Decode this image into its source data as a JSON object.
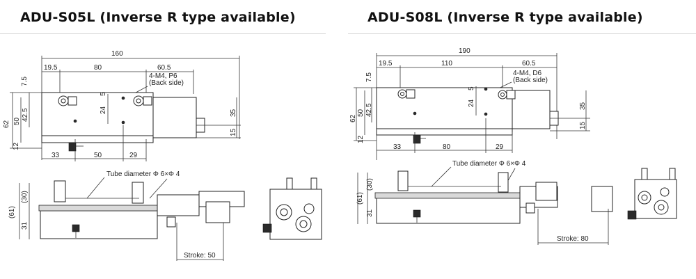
{
  "titles": {
    "left": "ADU-S05L (Inverse R type available)",
    "right": "ADU-S08L (Inverse R type available)"
  },
  "left": {
    "top_dims": {
      "overall": "160",
      "a": "19.5",
      "b": "80",
      "c": "60.5"
    },
    "note_line1": "4-M4, P6",
    "note_line2": "(Back side)",
    "left_dims": {
      "d75": "7.5",
      "d62": "62",
      "d50": "50",
      "d425": "42.5",
      "d12": "12"
    },
    "mid_dims": {
      "d5": "5",
      "d24": "24"
    },
    "right_dims": {
      "d35": "35",
      "d15": "15"
    },
    "bottom_dims": {
      "a": "33",
      "b": "50",
      "c": "29"
    },
    "tube_label": "Tube diameter Φ 6×Φ 4",
    "side_dims": {
      "d61": "(61)",
      "d30": "(30)",
      "d31": "31"
    },
    "stroke_label": "Stroke: 50"
  },
  "right": {
    "top_dims": {
      "overall": "190",
      "a": "19.5",
      "b": "110",
      "c": "60.5"
    },
    "note_line1": "4-M4, D6",
    "note_line2": "(Back side)",
    "left_dims": {
      "d75": "7.5",
      "d62": "62",
      "d50": "50",
      "d425": "42.5",
      "d12": "12"
    },
    "mid_dims": {
      "d5": "5",
      "d24": "24"
    },
    "right_dims": {
      "d35": "35",
      "d15": "15"
    },
    "bottom_dims": {
      "a": "33",
      "b": "80",
      "c": "29"
    },
    "tube_label": "Tube diameter Φ 6×Φ 4",
    "side_dims": {
      "d61": "(61)",
      "d30": "(30)",
      "d31": "31"
    },
    "stroke_label": "Stroke: 80"
  }
}
